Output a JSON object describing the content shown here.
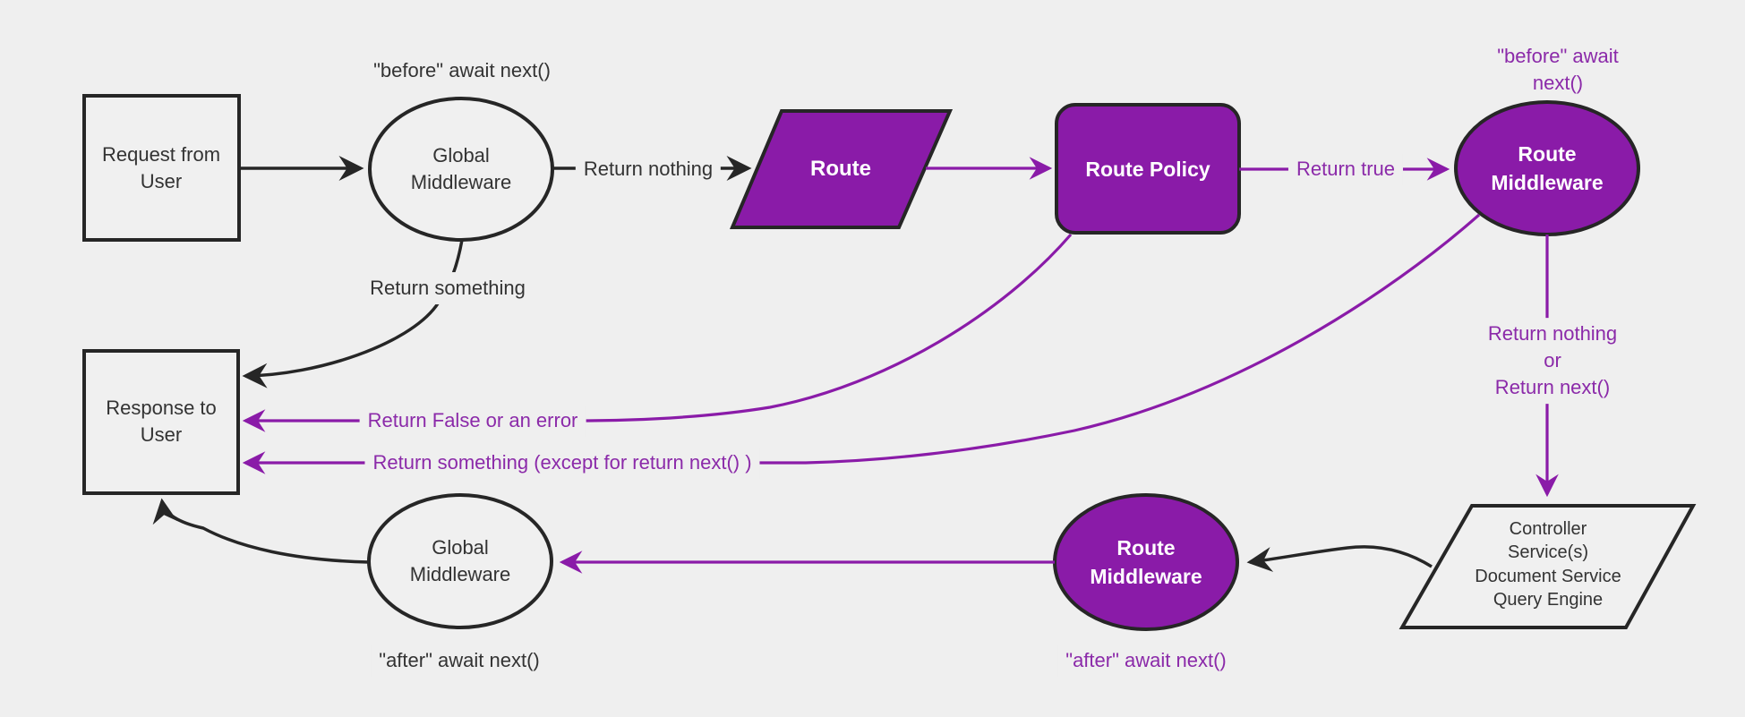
{
  "colors": {
    "background": "#efefef",
    "node_fill": "#f0f0f0",
    "black_stroke": "#262626",
    "text_dark": "#333333",
    "purple_fill": "#8a1ba8",
    "purple_text": "#8b2aa9",
    "white_text": "#ffffff"
  },
  "nodes": {
    "request": {
      "label": "Request from\nUser"
    },
    "global_middleware_top": {
      "label": "Global\nMiddleware"
    },
    "route": {
      "label": "Route"
    },
    "route_policy": {
      "label": "Route Policy"
    },
    "route_middleware_top": {
      "label": "Route\nMiddleware"
    },
    "controller": {
      "label": "Controller\nService(s)\nDocument Service\nQuery Engine"
    },
    "route_middleware_bottom": {
      "label": "Route\nMiddleware"
    },
    "global_middleware_bottom": {
      "label": "Global\nMiddleware"
    },
    "response": {
      "label": "Response to\nUser"
    }
  },
  "edge_labels": {
    "before_global": "\"before\" await next()",
    "return_nothing": "Return nothing",
    "return_true": "Return true",
    "before_route": "\"before\" await next()",
    "return_something": "Return something",
    "return_nothing_or_next": "Return nothing\nor\nReturn next()",
    "return_false_or_error": "Return False or an error",
    "return_something_except": "Return something (except for return next() )",
    "after_route": "\"after\" await next()",
    "after_global": "\"after\" await next()"
  }
}
